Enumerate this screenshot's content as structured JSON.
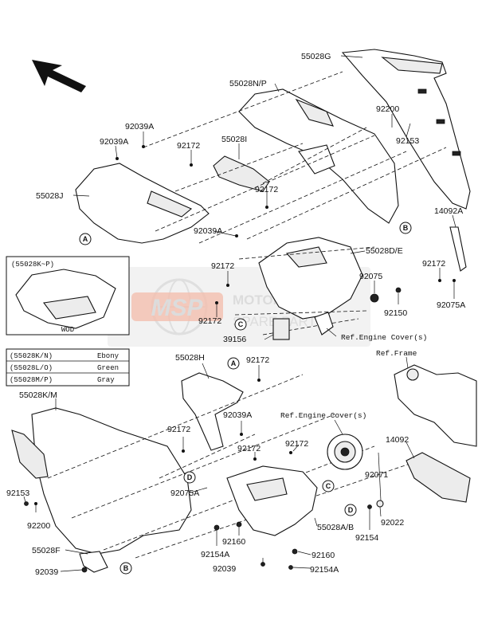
{
  "watermark": {
    "logo_text": "MSP",
    "line1": "MOTORCYCLE",
    "line2": "SPARE PARTS"
  },
  "part_labels": {
    "l55028G": "55028G",
    "l55028NP": "55028N/P",
    "l92200a": "92200",
    "l92153a": "92153",
    "l92039A_1": "92039A",
    "l92039A_2": "92039A",
    "l92172_1": "92172",
    "l55028I": "55028I",
    "l55028J": "55028J",
    "l92172_2": "92172",
    "l14092A": "14092A",
    "l92039A_3": "92039A",
    "l55028DE": "55028D/E",
    "l92172_3": "92172",
    "l92172_4": "92172",
    "l92075": "92075",
    "l92172_5": "92172",
    "l92150": "92150",
    "l92075A_1": "92075A",
    "l39156": "39156",
    "l55028H": "55028H",
    "l92172_6": "92172",
    "l55028KM": "55028K/M",
    "l92039A_4": "92039A",
    "l92172_7": "92172",
    "l92172_8": "92172",
    "l92172_9": "92172",
    "l14092": "14092",
    "l92075A_2": "92075A",
    "l92071": "92071",
    "l92153b": "92153",
    "l92200b": "92200",
    "l92022": "92022",
    "l92154": "92154",
    "l55028AB": "55028A/B",
    "l92160_1": "92160",
    "l92154A_1": "92154A",
    "l92039b": "92039",
    "l92160_2": "92160",
    "l55028F": "55028F",
    "l92039c": "92039",
    "l92154A_2": "92154A"
  },
  "refs": {
    "engine_cover_1": "Ref.Engine Cover(s)",
    "frame": "Ref.Frame",
    "engine_cover_2": "Ref.Engine Cover(s)"
  },
  "inset": {
    "title": "(55028K~P)",
    "caption": "WOD"
  },
  "legend": {
    "rows": [
      {
        "code": "(55028K/N)",
        "color": "Ebony"
      },
      {
        "code": "(55028L/O)",
        "color": "Green"
      },
      {
        "code": "(55028M/P)",
        "color": "Gray"
      }
    ]
  },
  "callouts": {
    "A": "A",
    "B": "B",
    "C": "C",
    "D": "D"
  },
  "icons": {
    "direction": "front-direction-arrow-icon"
  }
}
